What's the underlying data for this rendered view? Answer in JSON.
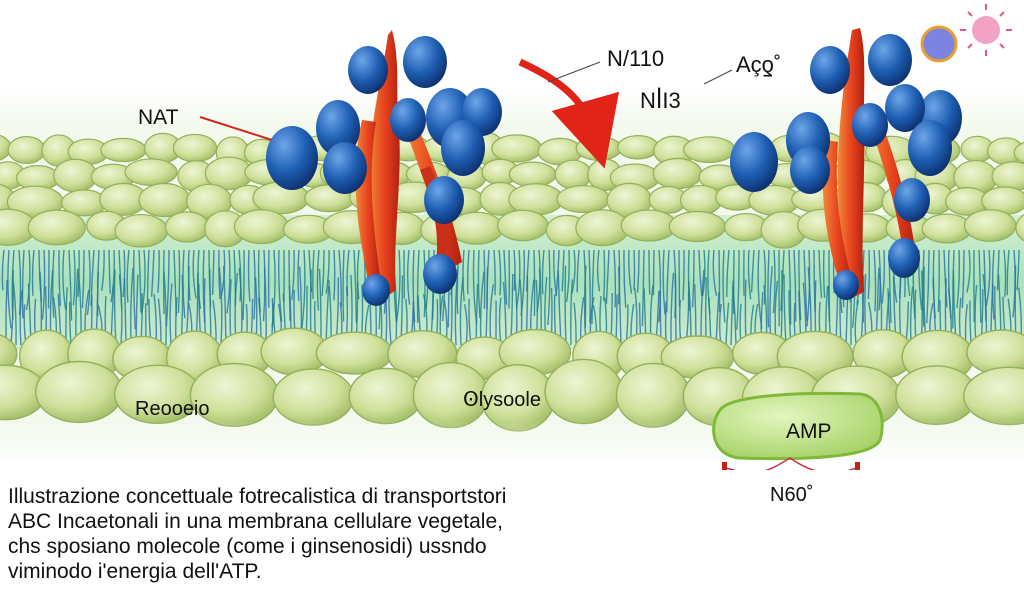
{
  "labels": {
    "nat": "NAT",
    "n110": "N/110",
    "acg": "Açƍ˚",
    "np13": "NꟾI3",
    "receptor": "Reooeio",
    "lysosome": "Ꙩlysoole",
    "amp": "AMP",
    "n60": "N60˚"
  },
  "caption": [
    "Illustrazione concettuale fotrecalistica di transportstori",
    "ABC Incaetonali in una membrana cellulare vegetale,",
    "chs sposiano molecole (come i ginsenosidi) ussndo",
    "viminodo i'energia dell'ATP."
  ],
  "colors": {
    "cell_light": "#dbe9b4",
    "cell_dark": "#aac471",
    "membrane_core": "#bfe8c8",
    "protein_blue": "#1e5fb0",
    "helix_red": "#e8441e",
    "arrow_red": "#e02418",
    "amp_fill": "#c3e58e"
  }
}
